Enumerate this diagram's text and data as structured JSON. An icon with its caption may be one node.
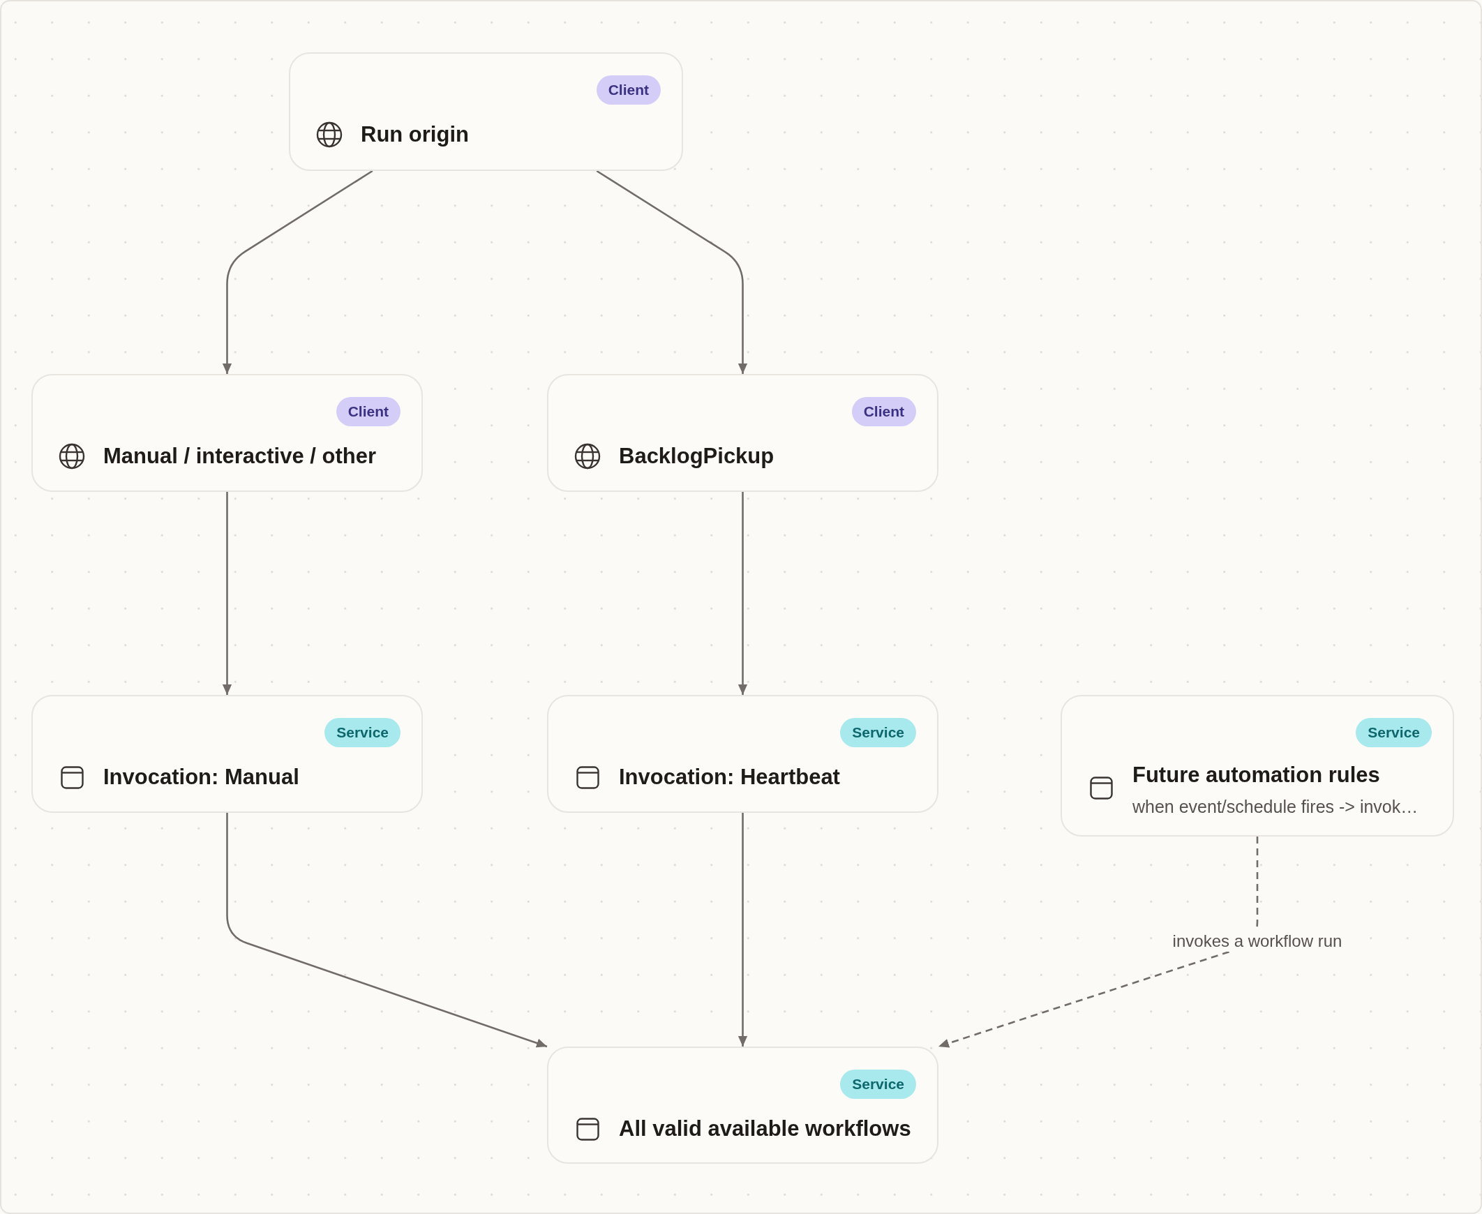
{
  "diagram": {
    "nodes": [
      {
        "text": [
          "Client",
          "Run origin"
        ]
      },
      {
        "text": [
          "Client",
          "Manual / interactive / other"
        ]
      },
      {
        "text": [
          "Client",
          "BacklogPickup"
        ]
      },
      {
        "text": [
          "Service",
          "Invocation: Manual"
        ]
      },
      {
        "text": [
          "Service",
          "Invocation: Heartbeat"
        ]
      },
      {
        "text": [
          "Service",
          "Future automation rules",
          "when event/schedule fires -> invok…"
        ]
      },
      {
        "text": [
          "Service",
          "All valid available workflows"
        ]
      }
    ],
    "edges": [
      {
        "from": 0,
        "to": 1,
        "arrow": "to"
      },
      {
        "from": 0,
        "to": 2,
        "arrow": "to"
      },
      {
        "from": 1,
        "to": 3,
        "arrow": "to"
      },
      {
        "from": 2,
        "to": 4,
        "arrow": "to"
      },
      {
        "from": 3,
        "to": 6,
        "arrow": "to"
      },
      {
        "from": 4,
        "to": 6,
        "arrow": "to"
      },
      {
        "from": 5,
        "to": 6,
        "arrow": "to",
        "label": "invokes a workflow run",
        "style": "dashed"
      }
    ]
  }
}
